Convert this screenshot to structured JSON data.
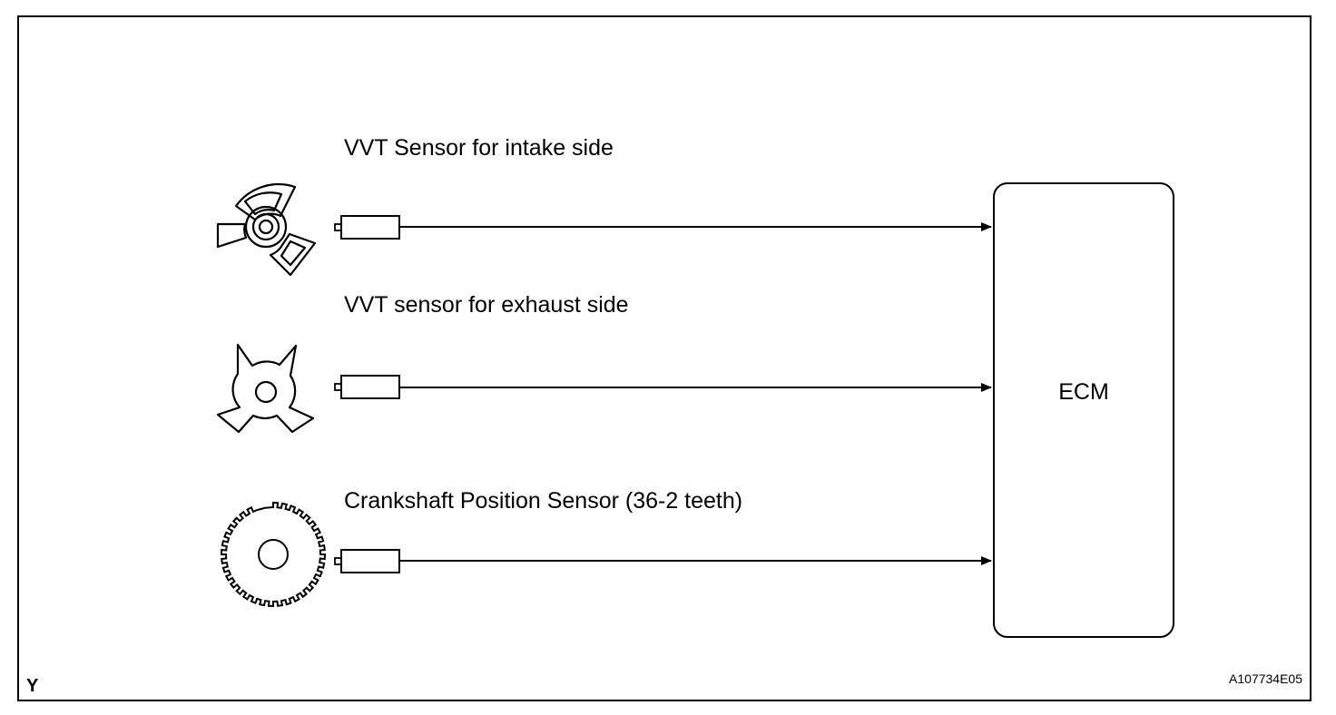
{
  "sensors": [
    {
      "label": "VVT Sensor for intake side",
      "icon": "vvt-intake-rotor-icon"
    },
    {
      "label": "VVT sensor for exhaust side",
      "icon": "vvt-exhaust-rotor-icon"
    },
    {
      "label": "Crankshaft Position Sensor (36-2 teeth)",
      "icon": "crankshaft-gear-icon"
    }
  ],
  "ecm": {
    "label": "ECM"
  },
  "corner": {
    "left": "Y",
    "right": "A107734E05"
  }
}
